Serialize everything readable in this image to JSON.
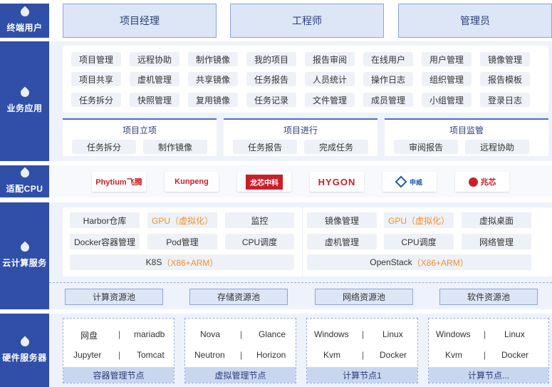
{
  "sidebar": {
    "end_users": "终端用户",
    "business_apps": "业务应用",
    "adapted_cpu": "适配CPU",
    "cloud_services": "云计算服务",
    "hardware_servers": "硬件服务器"
  },
  "users": [
    "项目经理",
    "工程师",
    "管理员"
  ],
  "functions": [
    [
      "项目管理",
      "远程协助",
      "制作镜像",
      "我的项目",
      "报告审阅",
      "在线用户",
      "用户管理",
      "镜像管理"
    ],
    [
      "项目共享",
      "虚机管理",
      "共享镜像",
      "任务报告",
      "人员统计",
      "操作日志",
      "组织管理",
      "报告模板"
    ],
    [
      "任务拆分",
      "快照管理",
      "复用镜像",
      "任务记录",
      "文件管理",
      "成员管理",
      "小组管理",
      "登录日志"
    ]
  ],
  "stages": [
    {
      "title": "项目立项",
      "items": [
        "任务拆分",
        "制作镜像"
      ]
    },
    {
      "title": "项目进行",
      "items": [
        "任务报告",
        "完成任务"
      ]
    },
    {
      "title": "项目监管",
      "items": [
        "审阅报告",
        "远程协助"
      ]
    }
  ],
  "cpus": [
    {
      "text": "Phytium飞腾",
      "color": "#c8202a"
    },
    {
      "text": "Kunpeng",
      "color": "#c8202a"
    },
    {
      "text": "龙芯中科",
      "color": "#ffffff"
    },
    {
      "text": "HYGON",
      "color": "#c8202a"
    },
    {
      "text": "申威",
      "color": "#1e5fa8"
    },
    {
      "text": "兆芯",
      "color": "#c8202a"
    }
  ],
  "cloud": {
    "left": {
      "rows": [
        [
          "Harbor仓库",
          "GPU（虚拟化）",
          "监控"
        ],
        [
          "Docker容器管理",
          "Pod管理",
          "CPU调度"
        ]
      ],
      "base_prefix": "K8S",
      "base_suffix": "（X86+ARM）"
    },
    "right": {
      "rows": [
        [
          "镜像管理",
          "GPU（虚拟化）",
          "虚拟桌面"
        ],
        [
          "虚机管理",
          "CPU调度",
          "网络管理"
        ]
      ],
      "base_prefix": "OpenStack",
      "base_suffix": "（X86+ARM）"
    },
    "pools": [
      "计算资源池",
      "存储资源池",
      "网络资源池",
      "软件资源池"
    ]
  },
  "hardware": [
    {
      "cells": [
        [
          "网盘",
          "mariadb"
        ],
        [
          "Jupyter",
          "Tomcat"
        ]
      ],
      "footer": "容器管理节点"
    },
    {
      "cells": [
        [
          "Nova",
          "Glance"
        ],
        [
          "Neutron",
          "Horizon"
        ]
      ],
      "footer": "虚拟管理节点"
    },
    {
      "cells": [
        [
          "Windows",
          "Linux"
        ],
        [
          "Kvm",
          "Docker"
        ]
      ],
      "footer": "计算节点1"
    },
    {
      "cells": [
        [
          "Windows",
          "Linux"
        ],
        [
          "Kvm",
          "Docker"
        ]
      ],
      "footer": "计算节点..."
    }
  ],
  "colors": {
    "primary": "#2f4fa9",
    "accent": "#f0902a",
    "band": "#eef2fa"
  }
}
